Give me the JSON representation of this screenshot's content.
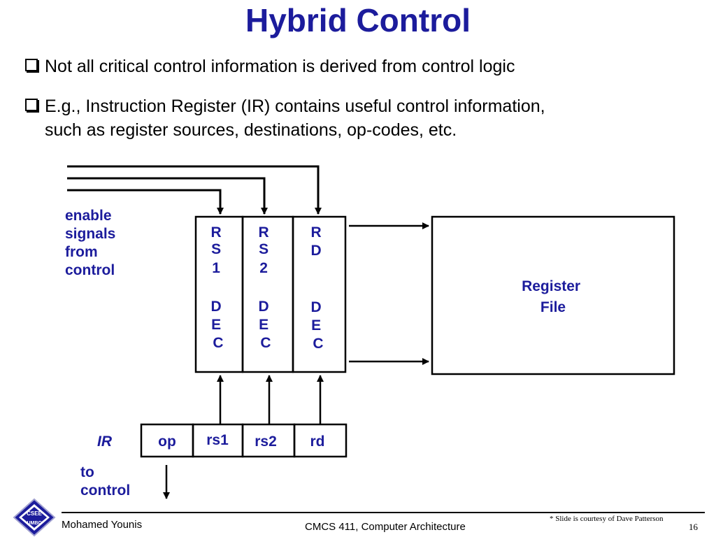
{
  "slide": {
    "title": "Hybrid Control",
    "bullets": [
      {
        "line1": "Not all critical control information is derived from control logic"
      },
      {
        "line1": "E.g., Instruction Register (IR)  contains useful control information,",
        "line2": "such as register sources, destinations, op-codes, etc."
      }
    ]
  },
  "diagram": {
    "enable_label": [
      "enable",
      "signals",
      "from",
      "control"
    ],
    "decoders": [
      {
        "lines": [
          "R",
          "S",
          "1",
          "",
          "D",
          "E",
          "C"
        ]
      },
      {
        "lines": [
          "R",
          "S",
          "2",
          "",
          "D",
          "E",
          "C"
        ]
      },
      {
        "lines": [
          "R",
          "D",
          "",
          "",
          "D",
          "E",
          "C"
        ]
      }
    ],
    "register_file": [
      "Register",
      "File"
    ],
    "ir_label": "IR",
    "ir_fields": [
      "op",
      "rs1",
      "rs2",
      "rd"
    ],
    "to_control": [
      "to",
      "control"
    ],
    "colors": {
      "label": "#1c1c9c",
      "line": "#000000"
    }
  },
  "footer": {
    "author": "Mohamed Younis",
    "course": "CMCS 411, Computer Architecture",
    "credit": "* Slide is courtesy of Dave Patterson",
    "page": "16",
    "logo_text": [
      "CSEE",
      "UMBC"
    ]
  }
}
